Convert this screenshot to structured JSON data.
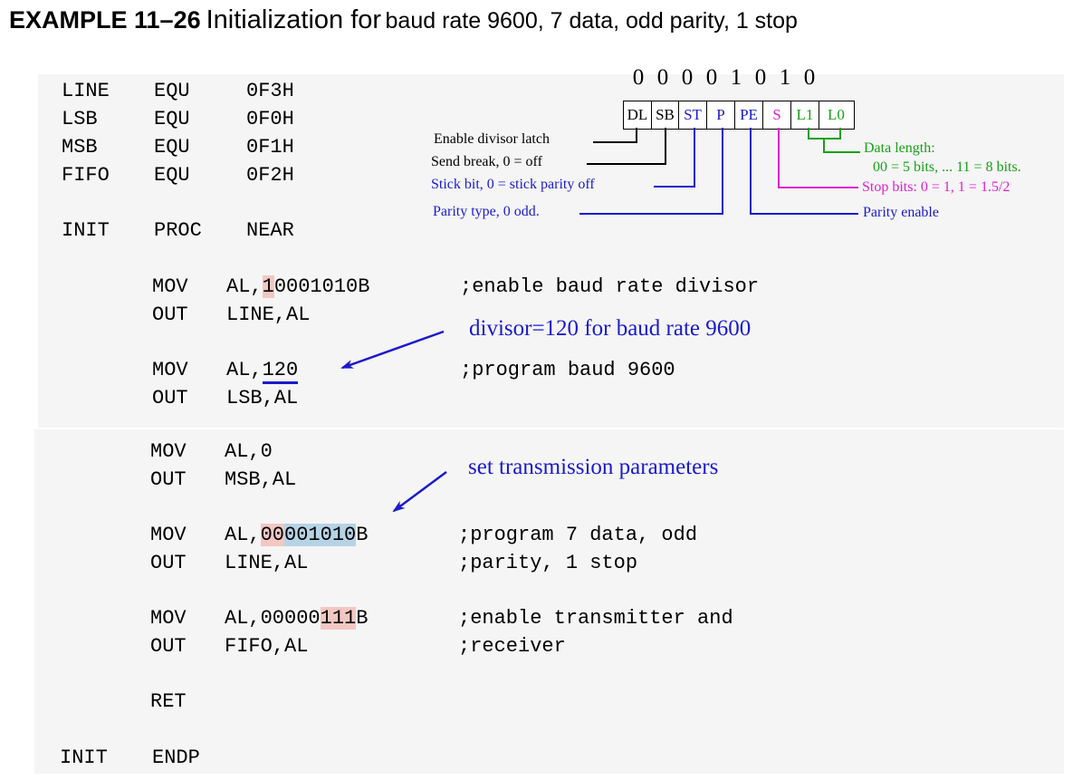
{
  "title": {
    "label": "EXAMPLE 11–26",
    "mid": "Initialization for",
    "rest": "baud rate 9600, 7 data, odd parity, 1 stop"
  },
  "equates": [
    {
      "name": "LINE",
      "op": "EQU",
      "val": "0F3H"
    },
    {
      "name": "LSB",
      "op": "EQU",
      "val": "0F0H"
    },
    {
      "name": "MSB",
      "op": "EQU",
      "val": "0F1H"
    },
    {
      "name": "FIFO",
      "op": "EQU",
      "val": "0F2H"
    }
  ],
  "proc": {
    "name": "INIT",
    "op": "PROC",
    "arg": "NEAR"
  },
  "code": {
    "l1": {
      "op": "MOV",
      "pre": "AL,",
      "hl": "1",
      "post": "0001010B",
      "comment": ";enable baud rate divisor"
    },
    "l2": {
      "op": "OUT",
      "arg": "LINE,AL"
    },
    "l3": {
      "op": "MOV",
      "pre": "AL,",
      "ul": "120",
      "comment": ";program baud 9600"
    },
    "l4": {
      "op": "OUT",
      "arg": "LSB,AL"
    },
    "l5": {
      "op": "MOV",
      "arg": "AL,0"
    },
    "l6": {
      "op": "OUT",
      "arg": "MSB,AL"
    },
    "l7": {
      "op": "MOV",
      "pre": "AL,",
      "hl_red": "00",
      "hl_blue": "001010",
      "post": "B",
      "comment": ";program 7 data, odd"
    },
    "l8": {
      "op": "OUT",
      "arg": "LINE,AL",
      "comment": ";parity, 1 stop"
    },
    "l9": {
      "op": "MOV",
      "pre": "AL,00000",
      "hl": "111",
      "post": "B",
      "comment": ";enable transmitter and"
    },
    "l10": {
      "op": "OUT",
      "arg": "FIFO,AL",
      "comment": ";receiver"
    },
    "l11": {
      "op": "RET"
    }
  },
  "endp": {
    "name": "INIT",
    "op": "ENDP"
  },
  "register": {
    "bits": [
      "0",
      "0",
      "0",
      "0",
      "1",
      "0",
      "1",
      "0"
    ],
    "cells": [
      "DL",
      "SB",
      "ST",
      "P",
      "PE",
      "S",
      "L1",
      "L0"
    ]
  },
  "notes": {
    "dl": "Enable divisor latch",
    "sb": "Send break, 0 = off",
    "st": "Stick bit, 0 = stick parity off",
    "p": "Parity type, 0 odd.",
    "len1": "Data length:",
    "len2": "00 = 5 bits, ... 11 = 8 bits.",
    "stop": "Stop bits: 0 = 1, 1 = 1.5/2",
    "pe": "Parity enable",
    "divisor": "divisor=120 for baud rate 9600",
    "params": "set transmission parameters"
  },
  "colors": {
    "black": "#000000",
    "blue": "#1a1acc",
    "magenta": "#e020d0",
    "green": "#18a018",
    "red_hl": "#f3c7c2",
    "blue_hl": "#b6d3e6"
  }
}
